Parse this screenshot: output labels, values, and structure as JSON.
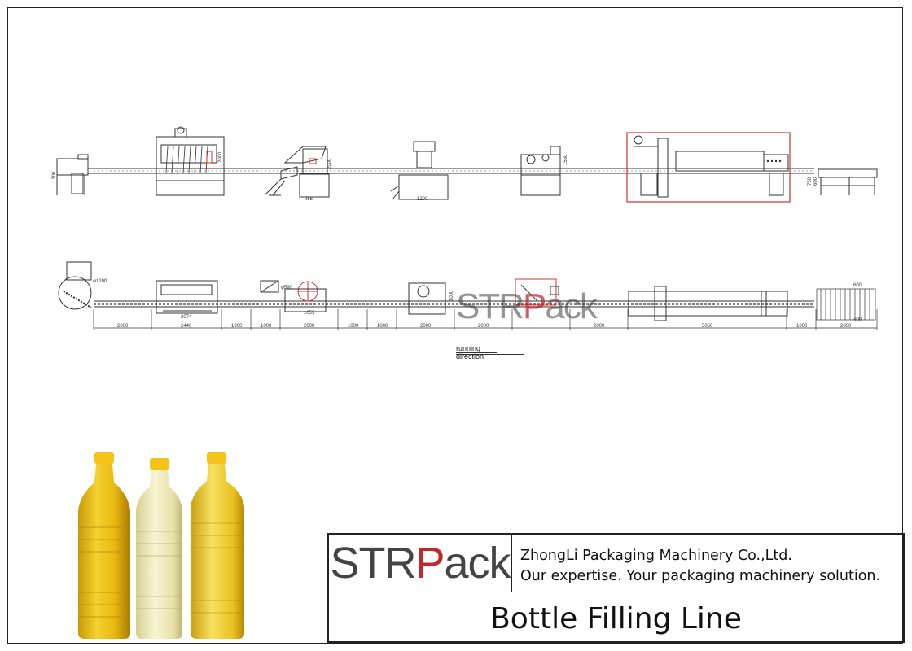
{
  "company": {
    "logo_text": "STRPack",
    "logo_letters": [
      "STR",
      "P",
      "ack"
    ],
    "name": "ZhongLi Packaging Machinery Co.,Ltd.",
    "slogan": "Our expertise. Your packaging machinery solution."
  },
  "drawing_title": "Bottle Filling Line",
  "running_direction": [
    "running",
    "direction"
  ],
  "watermark_letters": [
    "STR",
    "P",
    "ack"
  ],
  "side_view": {
    "dimensions": [
      "1300",
      "2000",
      "955",
      "2000",
      "1200",
      "1550",
      "750",
      "600"
    ]
  },
  "top_view": {
    "diameters": [
      "φ1200",
      "φ590"
    ],
    "dimensions": [
      "2000",
      "2440",
      "1000",
      "1000",
      "2000",
      "1000",
      "1000",
      "2000",
      "2000",
      "2000",
      "5050",
      "1000",
      "2000"
    ],
    "inner_dimensions": [
      "2074",
      "1055",
      "1000",
      "600",
      "400"
    ]
  },
  "colors": {
    "logo_red": "#c0282d",
    "logo_gray": "#444444",
    "highlight_box": "#d43030",
    "oil_yellow": "#e8c018",
    "oil_pale": "#f3ecb4",
    "cap_yellow": "#f5c21a"
  }
}
